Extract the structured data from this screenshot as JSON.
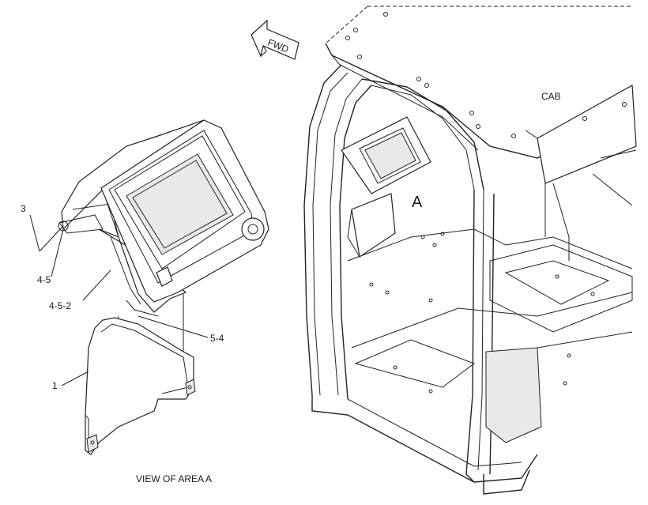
{
  "labels": {
    "part_3": "3",
    "part_4_5": "4-5",
    "part_4_5_2": "4-5-2",
    "part_5_4": "5-4",
    "part_1": "1",
    "area_a": "A",
    "cab": "CAB",
    "fwd": "FWD",
    "view_caption": "VIEW OF AREA A"
  }
}
